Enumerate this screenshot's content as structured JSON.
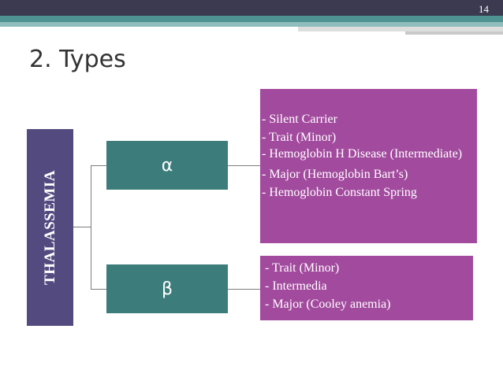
{
  "slide": {
    "number": "14",
    "title": "2. Types"
  },
  "diagram": {
    "root": "THALASSEMIA",
    "alpha": {
      "symbol": "α",
      "items": [
        "- Silent Carrier",
        "- Trait (Minor)",
        "- Hemoglobin H Disease (Intermediate)",
        "- Major (Hemoglobin Bart’s)",
        "- Hemoglobin Constant Spring"
      ]
    },
    "beta": {
      "symbol": "β",
      "items": [
        "- Trait (Minor)",
        "- Intermedia",
        "- Major (Cooley anemia)"
      ]
    }
  },
  "colors": {
    "header": "#3b3a50",
    "teal": "#4e9291",
    "root_box": "#534a80",
    "greek_box": "#3c7d7c",
    "list_box": "#a24a9e"
  }
}
